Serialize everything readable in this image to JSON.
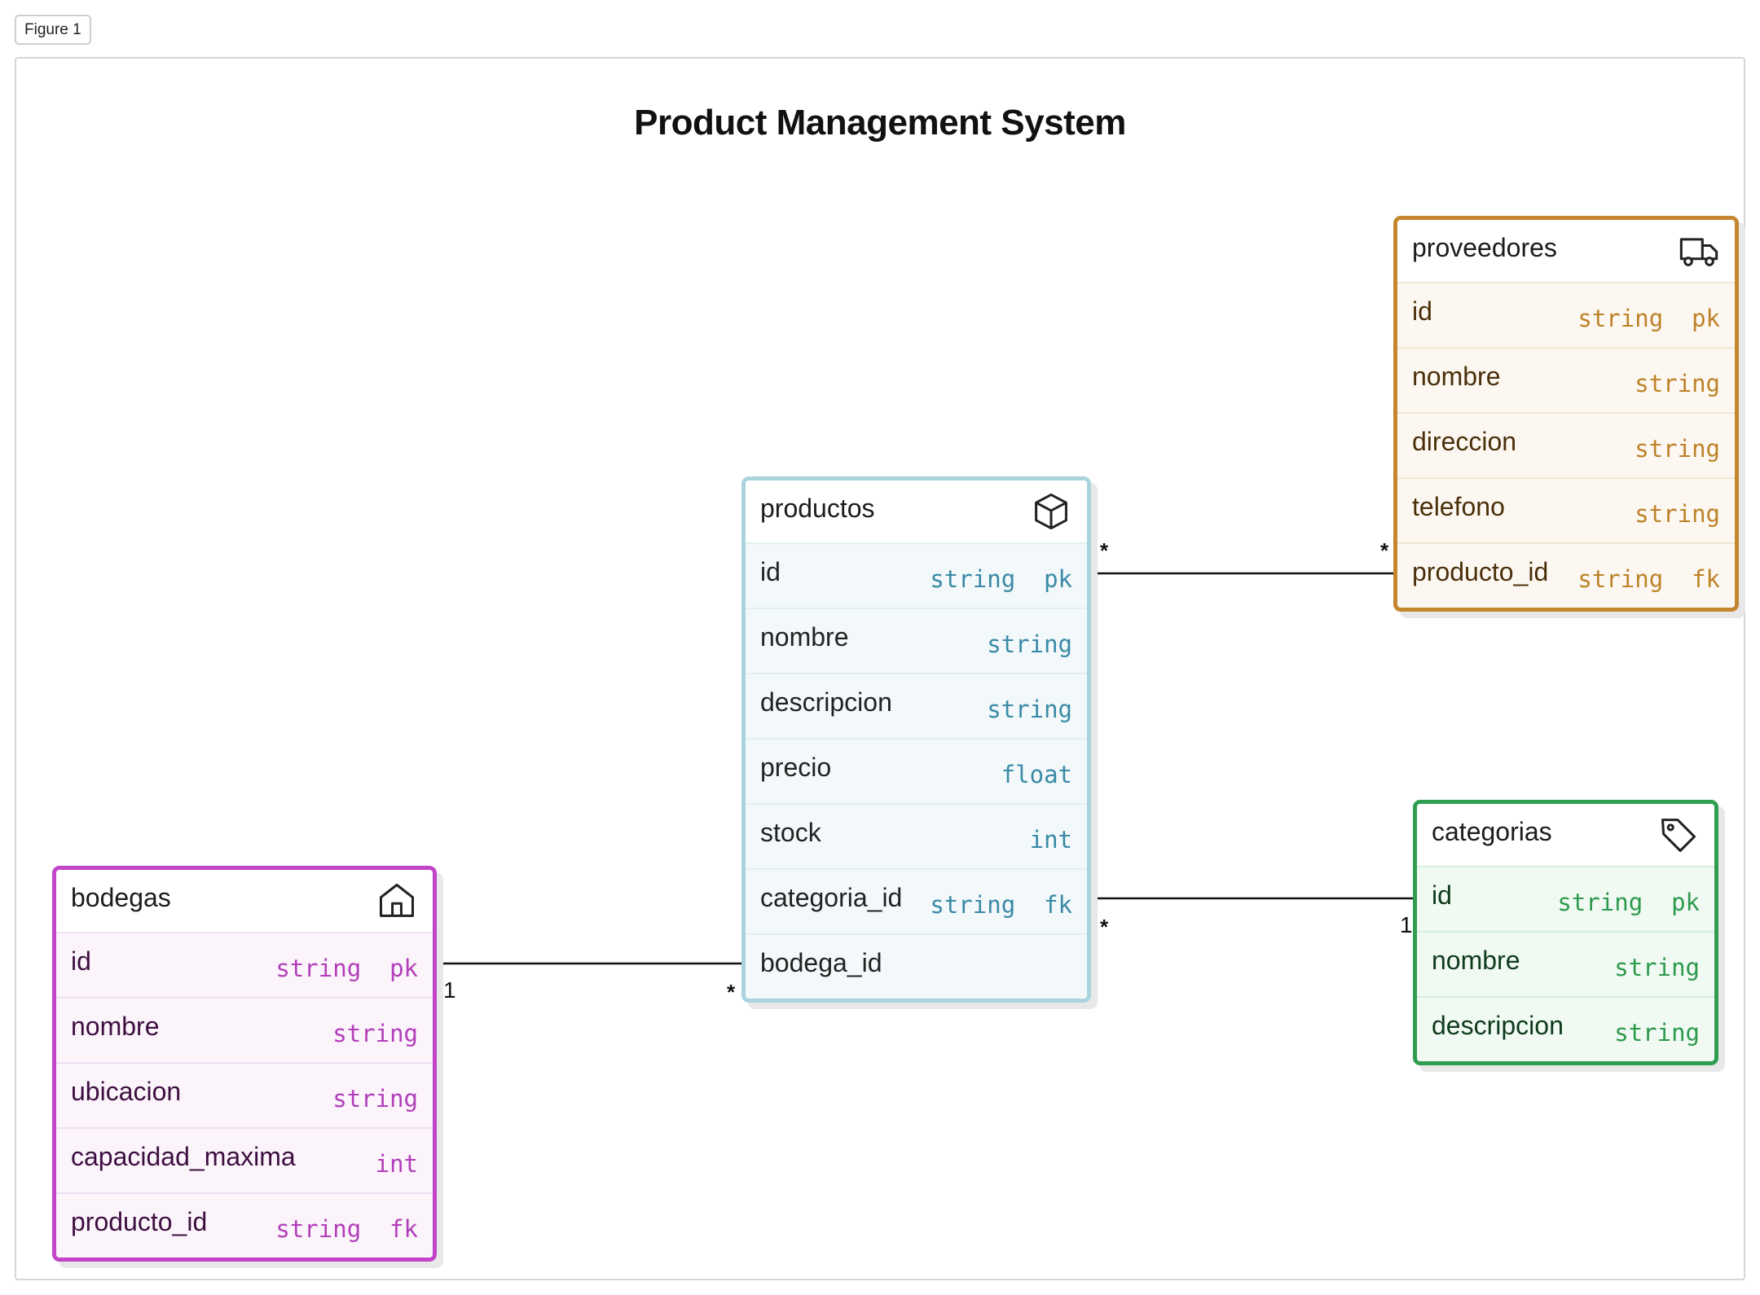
{
  "figure_tab": "Figure 1",
  "title": "Product Management System",
  "entities": {
    "productos": {
      "name": "productos",
      "icon": "box-icon",
      "accent": "#a9d4de",
      "fields": [
        {
          "name": "id",
          "type": "string  pk"
        },
        {
          "name": "nombre",
          "type": "string"
        },
        {
          "name": "descripcion",
          "type": "string"
        },
        {
          "name": "precio",
          "type": "float"
        },
        {
          "name": "stock",
          "type": "int"
        },
        {
          "name": "categoria_id",
          "type": "string  fk"
        },
        {
          "name": "bodega_id",
          "type": ""
        }
      ]
    },
    "proveedores": {
      "name": "proveedores",
      "icon": "truck-icon",
      "accent": "#c4862e",
      "fields": [
        {
          "name": "id",
          "type": "string  pk"
        },
        {
          "name": "nombre",
          "type": "string"
        },
        {
          "name": "direccion",
          "type": "string"
        },
        {
          "name": "telefono",
          "type": "string"
        },
        {
          "name": "producto_id",
          "type": "string  fk"
        }
      ]
    },
    "categorias": {
      "name": "categorias",
      "icon": "tag-icon",
      "accent": "#2f9e51",
      "fields": [
        {
          "name": "id",
          "type": "string  pk"
        },
        {
          "name": "nombre",
          "type": "string"
        },
        {
          "name": "descripcion",
          "type": "string"
        }
      ]
    },
    "bodegas": {
      "name": "bodegas",
      "icon": "house-icon",
      "accent": "#c144c9",
      "fields": [
        {
          "name": "id",
          "type": "string  pk"
        },
        {
          "name": "nombre",
          "type": "string"
        },
        {
          "name": "ubicacion",
          "type": "string"
        },
        {
          "name": "capacidad_maxima",
          "type": "int"
        },
        {
          "name": "producto_id",
          "type": "string  fk"
        }
      ]
    }
  },
  "relationships": [
    {
      "from": "productos.id",
      "to": "proveedores.producto_id",
      "from_card": "*",
      "to_card": "*"
    },
    {
      "from": "productos.categoria_id",
      "to": "categorias.id",
      "from_card": "*",
      "to_card": "1"
    },
    {
      "from": "bodegas.id",
      "to": "productos.bodega_id",
      "from_card": "1",
      "to_card": "*"
    }
  ]
}
